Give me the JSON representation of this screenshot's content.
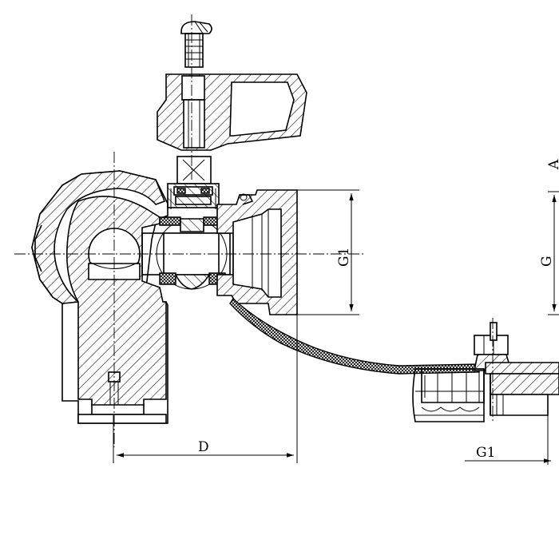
{
  "dimensions": {
    "d_label": "D",
    "g1_label": "G1",
    "g_label": "G",
    "g1_cap_label": "G1",
    "a_label": "A"
  }
}
